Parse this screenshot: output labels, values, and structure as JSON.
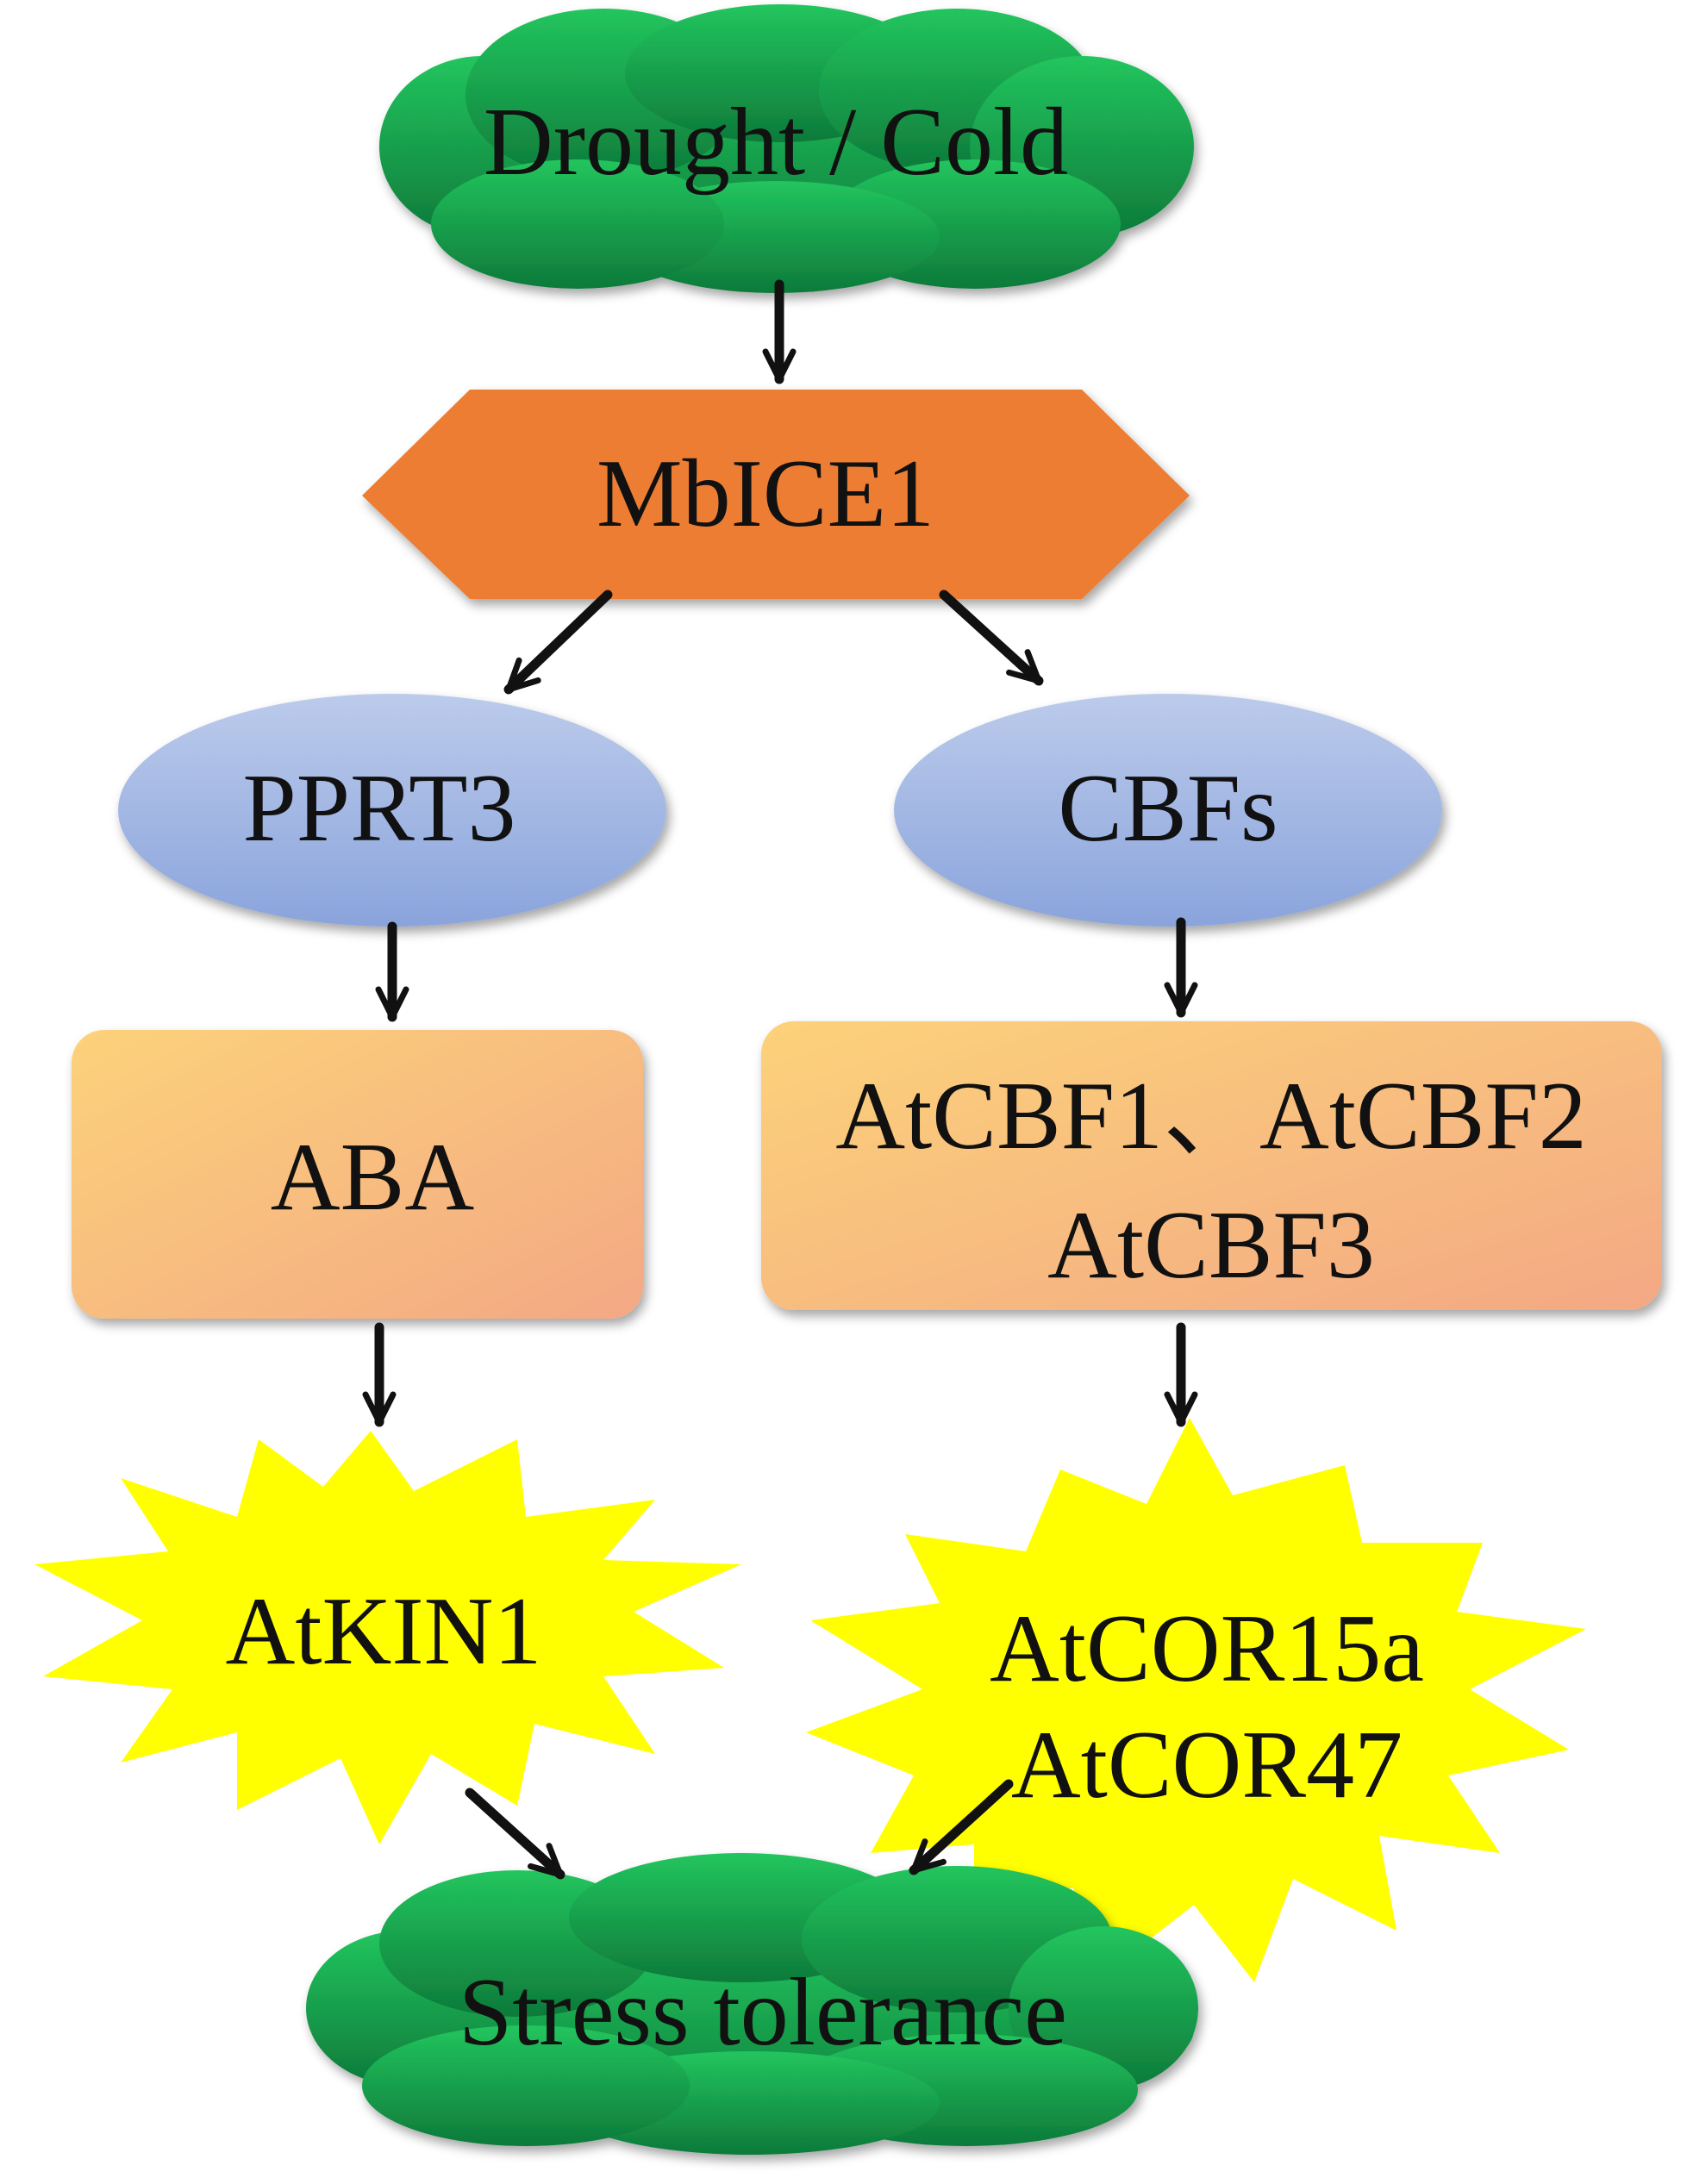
{
  "nodes": {
    "stress_input": {
      "label": "Drought / Cold",
      "shape": "cloud",
      "color": "#1a9e48"
    },
    "mbice1": {
      "label": "MbICE1",
      "shape": "hexagon",
      "color": "#ed7d31"
    },
    "pprt3": {
      "label": "PPRT3",
      "shape": "ellipse",
      "color": "#9db3e0"
    },
    "cbfs": {
      "label": "CBFs",
      "shape": "ellipse",
      "color": "#9db3e0"
    },
    "aba": {
      "label": "ABA",
      "shape": "rounded-rectangle",
      "color": "#f7b77c"
    },
    "atcbf": {
      "line1": "AtCBF1、AtCBF2",
      "line2": "AtCBF3",
      "shape": "rounded-rectangle",
      "color": "#f7b77c"
    },
    "atkin1": {
      "label": "AtKIN1",
      "shape": "starburst",
      "color": "#ffff00"
    },
    "atcor": {
      "line1": "AtCOR15a",
      "line2": "AtCOR47",
      "shape": "starburst",
      "color": "#ffff00"
    },
    "stress_tolerance": {
      "label": "Stress tolerance",
      "shape": "cloud",
      "color": "#1a9e48"
    }
  },
  "edges": [
    {
      "from": "Drought / Cold",
      "to": "MbICE1"
    },
    {
      "from": "MbICE1",
      "to": "PPRT3"
    },
    {
      "from": "MbICE1",
      "to": "CBFs"
    },
    {
      "from": "PPRT3",
      "to": "ABA"
    },
    {
      "from": "CBFs",
      "to": "AtCBF1、AtCBF2 AtCBF3"
    },
    {
      "from": "ABA",
      "to": "AtKIN1"
    },
    {
      "from": "AtCBF1、AtCBF2 AtCBF3",
      "to": "AtCOR15a AtCOR47"
    },
    {
      "from": "AtKIN1",
      "to": "Stress tolerance"
    },
    {
      "from": "AtCOR15a AtCOR47",
      "to": "Stress tolerance"
    }
  ]
}
